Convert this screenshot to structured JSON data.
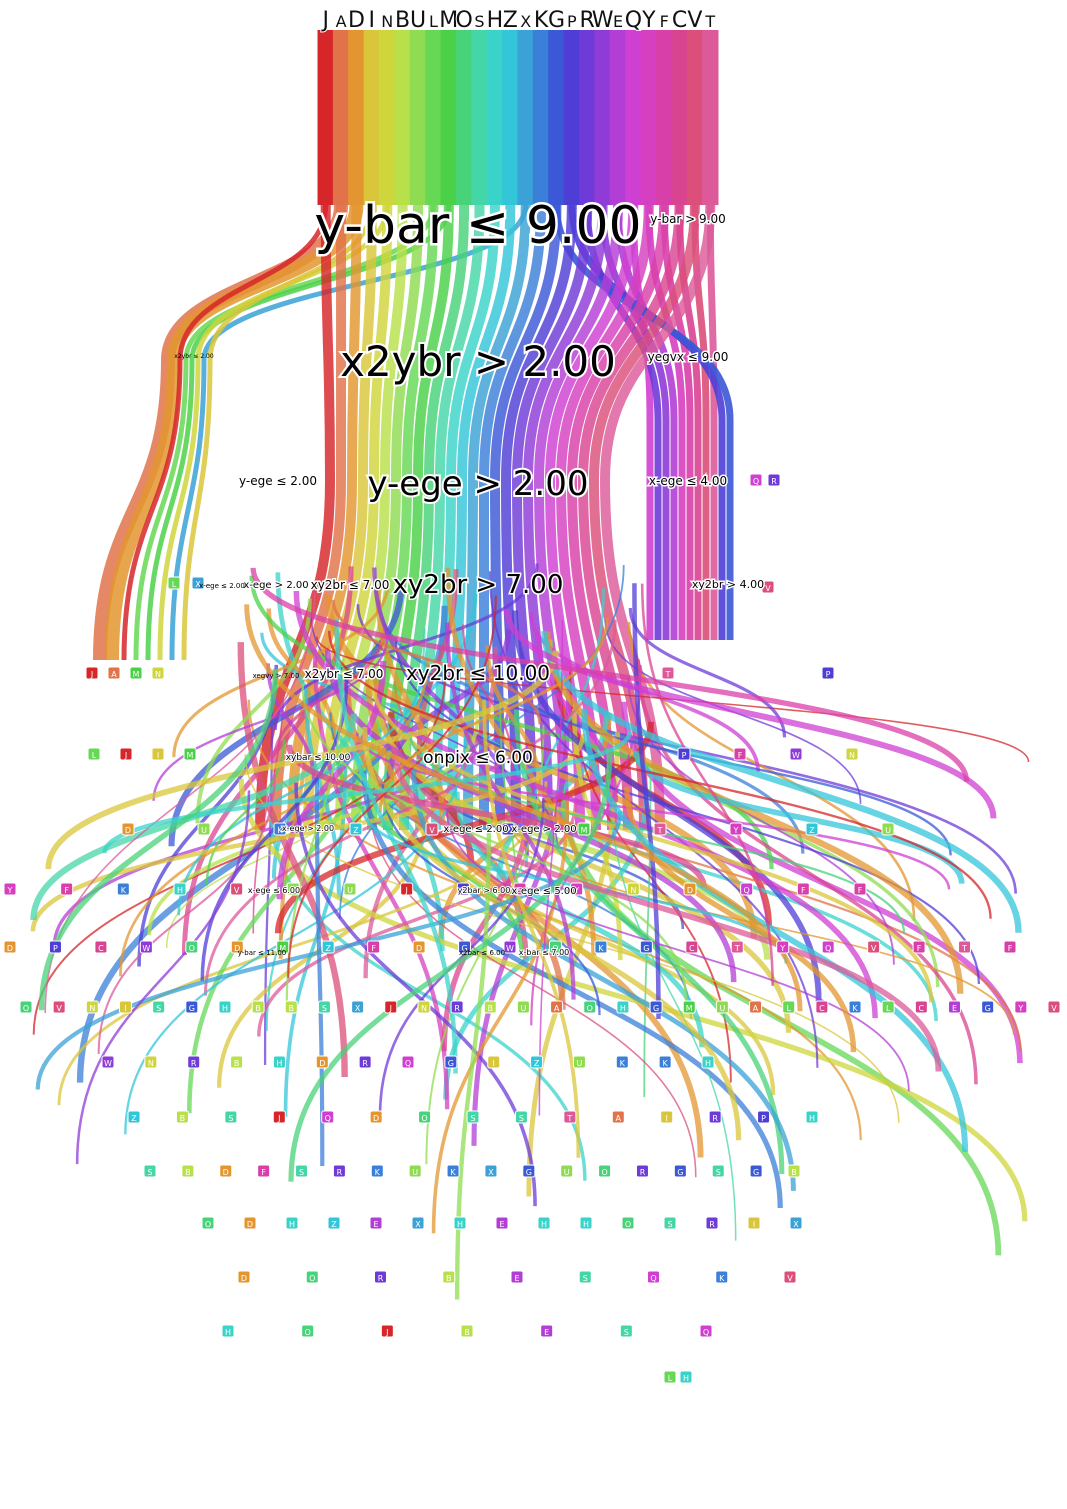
{
  "diagram": {
    "class_letters": [
      "J",
      "A",
      "D",
      "I",
      "N",
      "B",
      "U",
      "L",
      "M",
      "O",
      "S",
      "H",
      "Z",
      "X",
      "K",
      "G",
      "P",
      "R",
      "W",
      "E",
      "Q",
      "Y",
      "F",
      "C",
      "V",
      "T"
    ],
    "class_colors": [
      "#d6262a",
      "#e0734a",
      "#e3962f",
      "#d9c63a",
      "#cfd63c",
      "#b8e04a",
      "#8fdc52",
      "#66d855",
      "#4bd148",
      "#48d27a",
      "#45d6a8",
      "#3ad3c9",
      "#33c6d9",
      "#3aa2d6",
      "#3b7fd8",
      "#3b58d6",
      "#4f3ed6",
      "#6e3bd8",
      "#8f3bd8",
      "#b33ed6",
      "#cf3fd2",
      "#d63fc0",
      "#d93fa8",
      "#d94491",
      "#db4f7a",
      "#dc5a9a"
    ],
    "splits": {
      "s1": "y-bar ≤ 9.00",
      "s1r": "y-bar > 9.00",
      "s2": "x2ybr > 2.00",
      "s2l": "x2ybr ≤ 2.00",
      "s2r": "yegvx ≤ 9.00",
      "s3": "y-ege > 2.00",
      "s3l": "y-ege ≤ 2.00",
      "s3r": "x-ege ≤ 4.00",
      "s4": "xy2br > 7.00",
      "s4a": "xy2br ≤ 7.00",
      "s4b": "x-ege > 2.00",
      "s4c": "x-ege ≤ 2.00",
      "s4r": "xy2br > 4.00",
      "s5": "xy2br ≤ 10.00",
      "s5a": "x2ybr ≤ 7.00",
      "s5b": "xegvy > 7.00",
      "s6": "onpix ≤ 6.00",
      "s6a": "xybar ≤ 10.00",
      "s7a": "x-ege ≤ 2.00",
      "s7b": "x-ege > 2.00",
      "s7c": "x-ege > 2.00",
      "s8": "x-ege ≤ 5.00",
      "s8a": "x-ege ≤ 6.00",
      "s8b": "y2bar > 6.00",
      "s9": "x-bar ≤ 7.00",
      "s9a": "x2bar ≤ 6.00",
      "s9b": "y-bar ≤ 11.00"
    },
    "leaves": {
      "r1": [
        "Q",
        "R"
      ],
      "r2": [
        "L",
        "X"
      ],
      "r3": [
        "V"
      ],
      "r4": [
        "J",
        "A",
        "M",
        "N"
      ],
      "r5": [
        "T",
        "P"
      ],
      "r6": [
        "L",
        "J",
        "I",
        "M"
      ],
      "r7": [
        "P",
        "F",
        "W",
        "N"
      ],
      "r8": [
        "D",
        "U",
        "K",
        "Z",
        "V",
        "P",
        "M",
        "T",
        "Y",
        "Z",
        "U"
      ],
      "r9": [
        "Y",
        "F",
        "K",
        "H",
        "V",
        "U",
        "U",
        "J",
        "P",
        "F",
        "Y",
        "N",
        "D",
        "Q",
        "F",
        "F"
      ],
      "r10": [
        "D",
        "P",
        "C",
        "W",
        "O",
        "D",
        "M",
        "Z",
        "F",
        "D",
        "G",
        "W",
        "O",
        "K",
        "G",
        "C",
        "T",
        "Y",
        "Q",
        "V",
        "F",
        "T",
        "F"
      ],
      "r11": [
        "O",
        "V",
        "N",
        "I",
        "S",
        "G",
        "H",
        "B",
        "B",
        "S",
        "X",
        "J",
        "N",
        "R",
        "B",
        "U",
        "A",
        "O",
        "H",
        "G",
        "M",
        "U",
        "A",
        "L",
        "C",
        "K",
        "L",
        "C",
        "E",
        "G",
        "Y",
        "V"
      ],
      "r12": [
        "W",
        "N",
        "R",
        "B",
        "H",
        "D",
        "R",
        "Q",
        "G",
        "I",
        "Z",
        "U",
        "K",
        "K",
        "H"
      ],
      "r13": [
        "Z",
        "B",
        "S",
        "J",
        "Q",
        "D",
        "O",
        "S",
        "S",
        "T",
        "A",
        "I",
        "R",
        "P",
        "H"
      ],
      "r14": [
        "S",
        "B",
        "D",
        "F",
        "S",
        "R",
        "K",
        "U",
        "K",
        "X",
        "G",
        "U",
        "O",
        "R",
        "G",
        "S",
        "G",
        "B"
      ],
      "r15": [
        "O",
        "D",
        "H",
        "Z",
        "E",
        "X",
        "H",
        "E",
        "H",
        "H",
        "O",
        "S",
        "R",
        "I",
        "X"
      ],
      "r16": [
        "D",
        "O",
        "R",
        "B",
        "E",
        "S",
        "Q",
        "K",
        "V"
      ],
      "r17": [
        "H",
        "O",
        "J",
        "B",
        "E",
        "S",
        "Q"
      ],
      "r18": [
        "L",
        "H"
      ]
    }
  }
}
